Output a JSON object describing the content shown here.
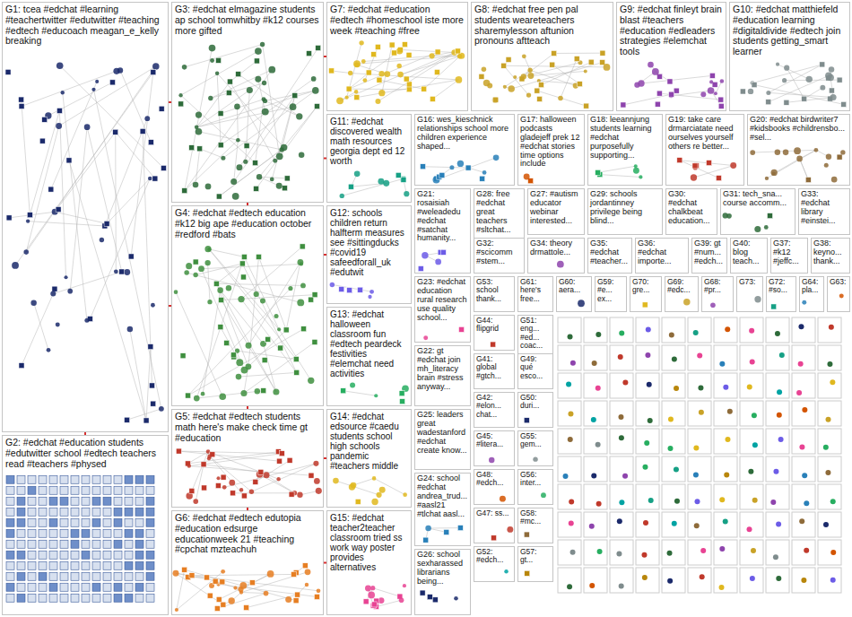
{
  "diagram": {
    "nodes": [
      {
        "text": [
          "G1: tcea #edchat #learning #teachertwitter #edutwitter #teaching #edtech #educoach meagan_e_kelly breaking"
        ]
      },
      {
        "text": [
          "G3: #edchat elmagazine students ap school tomwhitby #k12 courses more gifted"
        ]
      },
      {
        "text": [
          "G7: #edchat #education #edtech #homeschool iste more week #teaching #free"
        ]
      },
      {
        "text": [
          "G8: #edchat free pen pal students weareteachers sharemylesson aftunion pronouns aftteach"
        ]
      },
      {
        "text": [
          "G9: #edchat finleyt brain blast #teachers #education #edleaders strategies #elemchat tools"
        ]
      },
      {
        "text": [
          "G10: #edchat matthiefeld #education learning #digitaldivide #edtech join students getting_smart learner"
        ]
      },
      {
        "text": [
          "G11: #edchat discovered wealth math resources georgia dept ed 12 worth"
        ]
      },
      {
        "text": [
          "G16: wes_kieschnick relationships school more children experience shaped..."
        ]
      },
      {
        "text": [
          "G17: halloween podcasts gladejeff prek 12 #edchat stories time options include"
        ]
      },
      {
        "text": [
          "G18: leeannjung students learning #edchat purposefully supporting..."
        ]
      },
      {
        "text": [
          "G19: take care drmarciatate need ourselves yourself others re better..."
        ]
      },
      {
        "text": [
          "G20: #edchat birdwriter7 #kidsbooks #childrensbo... #sel..."
        ]
      },
      {
        "text": [
          "G21: rosaisiah #weleadedu #edchat #satchat humanity..."
        ]
      },
      {
        "text": [
          "G28: free #edchat great teachers #sltchat..."
        ]
      },
      {
        "text": [
          "G27: #autism educator webinar interested..."
        ]
      },
      {
        "text": [
          "G29: schools jordantinney privilege being blind..."
        ]
      },
      {
        "text": [
          "G30: #edchat chalkbeat education..."
        ]
      },
      {
        "text": [
          "G31: tech_sna... course accomm..."
        ]
      },
      {
        "text": [
          "G33: #edchat library #einstei..."
        ]
      },
      {
        "text": [
          "G32: #scicomm #stem..."
        ]
      },
      {
        "text": [
          "G34: theory drmattole..."
        ]
      },
      {
        "text": [
          "G35: #edchat #teacher..."
        ]
      },
      {
        "text": [
          "G36: #edchat importe..."
        ]
      },
      {
        "text": [
          "G39: gt #num... #edch..."
        ]
      },
      {
        "text": [
          "G40: blog teach..."
        ]
      },
      {
        "text": [
          "G37: #k12 #jeffc..."
        ]
      },
      {
        "text": [
          "G38: keyno... thank..."
        ]
      },
      {
        "text": [
          "G4: #edchat #edtech education #k12 big ape #education october #redford #bats"
        ]
      },
      {
        "text": [
          "G12: schools children return halfterm measures see #sittingducks #covid19 safeedforall_uk #edutwit"
        ]
      },
      {
        "text": [
          "G23: #edchat education rural research use quality school..."
        ]
      },
      {
        "text": [
          "G53: school thank..."
        ]
      },
      {
        "text": [
          "G61: here's free..."
        ]
      },
      {
        "text": [
          "G60: aera..."
        ]
      },
      {
        "text": [
          "G59: #e... ex..."
        ]
      },
      {
        "text": [
          "G70: gre..."
        ]
      },
      {
        "text": [
          "G69: #edc..."
        ]
      },
      {
        "text": [
          "G68: #pr..."
        ]
      },
      {
        "text": [
          "G73:"
        ]
      },
      {
        "text": [
          "G72: #so..."
        ]
      },
      {
        "text": [
          "G64: pla..."
        ]
      },
      {
        "text": [
          "G63:"
        ]
      },
      {
        "text": [
          "G13: #edchat halloween classroom fun #edtech peardeck festivities #elemchat need activities"
        ]
      },
      {
        "text": [
          "G44: flipgrid"
        ]
      },
      {
        "text": [
          "G51: eng... #ed... coac..."
        ]
      },
      {
        "text": [
          "G22: gt #edchat join mh_literacy brain #stress anyway..."
        ]
      },
      {
        "text": [
          "G41: global #gtch..."
        ]
      },
      {
        "text": [
          "G49: qué esco..."
        ]
      },
      {
        "text": [
          "G42: #elon... chat..."
        ]
      },
      {
        "text": [
          "G50: duri..."
        ]
      },
      {
        "text": [
          "G5: #edchat #edtech students math here's make check time gt #education"
        ]
      },
      {
        "text": [
          "G14: #edchat edsource #caedu students school high schools pandemic #teachers middle"
        ]
      },
      {
        "text": [
          "G25: leaders great wadestanford #edchat create know..."
        ]
      },
      {
        "text": [
          "G45: #litera..."
        ]
      },
      {
        "text": [
          "G55: gem..."
        ]
      },
      {
        "text": [
          "G2: #edchat #education students #edutwitter school #edtech teachers read #teachers #physed"
        ]
      },
      {
        "text": [
          "G24: school #edchat andrea_trud... #aasl21 #tlchat aasl..."
        ]
      },
      {
        "text": [
          "G48: #edch..."
        ]
      },
      {
        "text": [
          "G56: inter..."
        ]
      },
      {
        "text": [
          "G47: ss..."
        ]
      },
      {
        "text": [
          "G58: #mc..."
        ]
      },
      {
        "text": [
          "G6: #edchat #edtech edutopia #education edsurge educationweek 21 #teaching #cpchat mzteachuh"
        ]
      },
      {
        "text": [
          "G15: #edchat teacher2teacher classroom tried ss work way poster provides alternatives"
        ]
      },
      {
        "text": [
          "G52: #edch..."
        ]
      },
      {
        "text": [
          "G57: gt..."
        ]
      },
      {
        "text": [
          "G26: school sexharassed librarians being..."
        ]
      }
    ],
    "edges": [
      {
        "from": 0,
        "to": 1,
        "arrow": "none"
      },
      {
        "from": 0,
        "to": 27,
        "arrow": "none"
      },
      {
        "from": 0,
        "to": 54,
        "arrow": "none"
      },
      {
        "from": 1,
        "to": 27,
        "arrow": "none"
      },
      {
        "from": 27,
        "to": 49,
        "arrow": "none"
      },
      {
        "from": 49,
        "to": 60,
        "arrow": "none"
      },
      {
        "from": 27,
        "to": 28,
        "arrow": "none"
      },
      {
        "from": 49,
        "to": 50,
        "arrow": "none"
      },
      {
        "from": 60,
        "to": 61,
        "arrow": "none"
      },
      {
        "from": 1,
        "to": 2,
        "arrow": "none"
      },
      {
        "from": 1,
        "to": 6,
        "arrow": "none"
      }
    ]
  }
}
